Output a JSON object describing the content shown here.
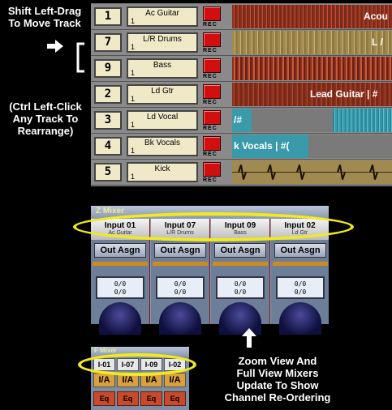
{
  "instructions": {
    "shift_drag": [
      "Shift Left-Drag",
      "To Move Track"
    ],
    "ctrl_click": [
      "(Ctrl Left-Click",
      "Any Track To",
      "Rearrange)"
    ],
    "zoom_note": [
      "Zoom View And",
      "Full View Mixers",
      "Update To Show",
      "Channel Re-Ordering"
    ]
  },
  "rec_label": "REC",
  "tracks": [
    {
      "number": "1",
      "name": "Ac Guitar",
      "channel": "1",
      "clip_text": "Acou"
    },
    {
      "number": "7",
      "name": "L/R Drums",
      "channel": "1",
      "clip_text": "L /"
    },
    {
      "number": "9",
      "name": "Bass",
      "channel": "1",
      "clip_text": ""
    },
    {
      "number": "2",
      "name": "Ld Gtr",
      "channel": "1",
      "clip_text": "Lead Guitar | #"
    },
    {
      "number": "3",
      "name": "Ld Vocal",
      "channel": "1",
      "clip_text": "/#"
    },
    {
      "number": "4",
      "name": "Bk Vocals",
      "channel": "1",
      "clip_text": "k Vocals | #("
    },
    {
      "number": "5",
      "name": "Kick",
      "channel": "1",
      "clip_text": ""
    }
  ],
  "zoom_mixer": {
    "title": "Z Mixer",
    "out_asgn_label": "Out Asgn",
    "pan_value": [
      "0/0",
      "0/0"
    ],
    "channels": [
      {
        "input": "Input 01",
        "track": "Ac Guitar"
      },
      {
        "input": "Input 07",
        "track": "L/R Drums"
      },
      {
        "input": "Input 09",
        "track": "Bass"
      },
      {
        "input": "Input 02",
        "track": "Ld Gtr"
      }
    ]
  },
  "full_mixer": {
    "title": "F Mixer",
    "ia_label": "I/A",
    "eq_label": "Eq",
    "channels": [
      "I-01",
      "I-07",
      "I-09",
      "I-02"
    ]
  },
  "colors": {
    "rec_button": "#d01010",
    "highlight_ellipse": "#f2ea1a",
    "clip_red": "#8a3020",
    "clip_tan": "#a08a50",
    "clip_teal": "#3a9aaa"
  }
}
